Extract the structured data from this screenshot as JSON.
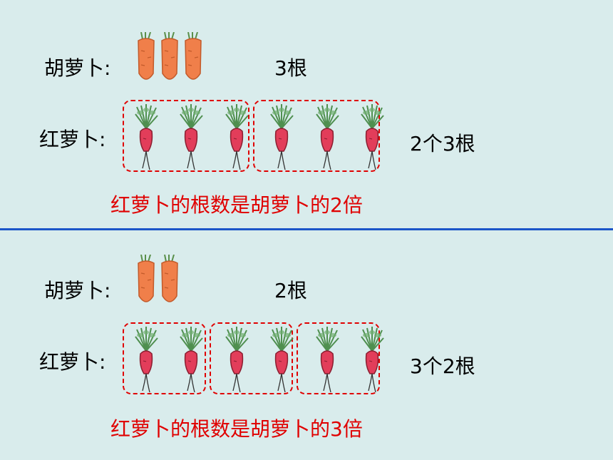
{
  "panels": [
    {
      "carrot_label": "胡萝卜:",
      "carrot_count_text": "3根",
      "radish_label": "红萝卜:",
      "radish_count_text": "2个3根",
      "statement": "红萝卜的根数是胡萝卜的2倍",
      "carrots": 3,
      "radish_groups": 2,
      "radishes_per_group": 3
    },
    {
      "carrot_label": "胡萝卜:",
      "carrot_count_text": "2根",
      "radish_label": "红萝卜:",
      "radish_count_text": "3个2根",
      "statement": "红萝卜的根数是胡萝卜的3倍",
      "carrots": 2,
      "radish_groups": 3,
      "radishes_per_group": 2
    }
  ],
  "colors": {
    "background": "#d9ecec",
    "divider": "#1b55c8",
    "statement": "#e00000",
    "dash_box": "#e00000",
    "carrot": "#f07f4a",
    "radish": "#e23d5a",
    "leaves": "#4f8f4f"
  },
  "icons": {
    "carrot": "carrot-icon",
    "radish": "radish-icon"
  }
}
